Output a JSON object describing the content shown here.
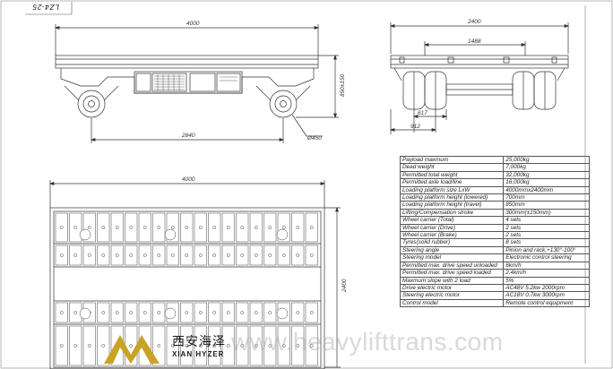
{
  "drawing_code": "LZ4-25",
  "dimensions": {
    "side_length": "4000",
    "side_wheelbase": "2840",
    "side_height": "850±150",
    "wheel_diameter": "Ø450",
    "end_width": "2400",
    "end_inner_width": "1488",
    "end_inner_offset": "617",
    "end_track": "912",
    "top_length": "4000",
    "top_width": "2400"
  },
  "specs": [
    {
      "label": "Payload maxmum",
      "value": "25,000kg"
    },
    {
      "label": "Dead weight",
      "value": "7,000kg"
    },
    {
      "label": "Permitted total weight",
      "value": "32,000kg"
    },
    {
      "label": "Permitted axle load/line",
      "value": "16,000kg"
    },
    {
      "label": "Loading platform size LxW",
      "value": "4000mmx2400mm"
    },
    {
      "label": "Loading platform height (lowered)",
      "value": "700mm"
    },
    {
      "label": "Loading platform height (travel)",
      "value": "850mm"
    },
    {
      "label": "Lifting/Compensation stroke",
      "value": "300mm(±150mm)"
    },
    {
      "label": "Wheel carrier (Total)",
      "value": "4 sets"
    },
    {
      "label": "Wheel carrier (Drive)",
      "value": "2 sets"
    },
    {
      "label": "Wheel carrier (Brake)",
      "value": "2 sets"
    },
    {
      "label": "Tyres(solid rubber)",
      "value": "8 sets"
    },
    {
      "label": "Steering angle",
      "value": "Pinion and rack,+130°-100°"
    },
    {
      "label": "Steering model",
      "value": "Electronic control steering"
    },
    {
      "label": "Permitted max. drive speed unloaded",
      "value": "6km/h"
    },
    {
      "label": "Permitted max. drive speed loaded",
      "value": "2.4km/h"
    },
    {
      "label": "Maxmum slope with 2  load",
      "value": "5%"
    },
    {
      "label": "Drive electric motor",
      "value": "AC48V 5.2kw 2000rpm"
    },
    {
      "label": "Steering electric motor",
      "value": "AC18V 0.7kw 3000rpm"
    },
    {
      "label": "Control model",
      "value": "Remote control equipment"
    }
  ],
  "logo": {
    "chinese": "西安海泽",
    "english": "XIAN HYZER",
    "color": "#c9a227"
  },
  "watermark": "www.heavylifttrans.com"
}
